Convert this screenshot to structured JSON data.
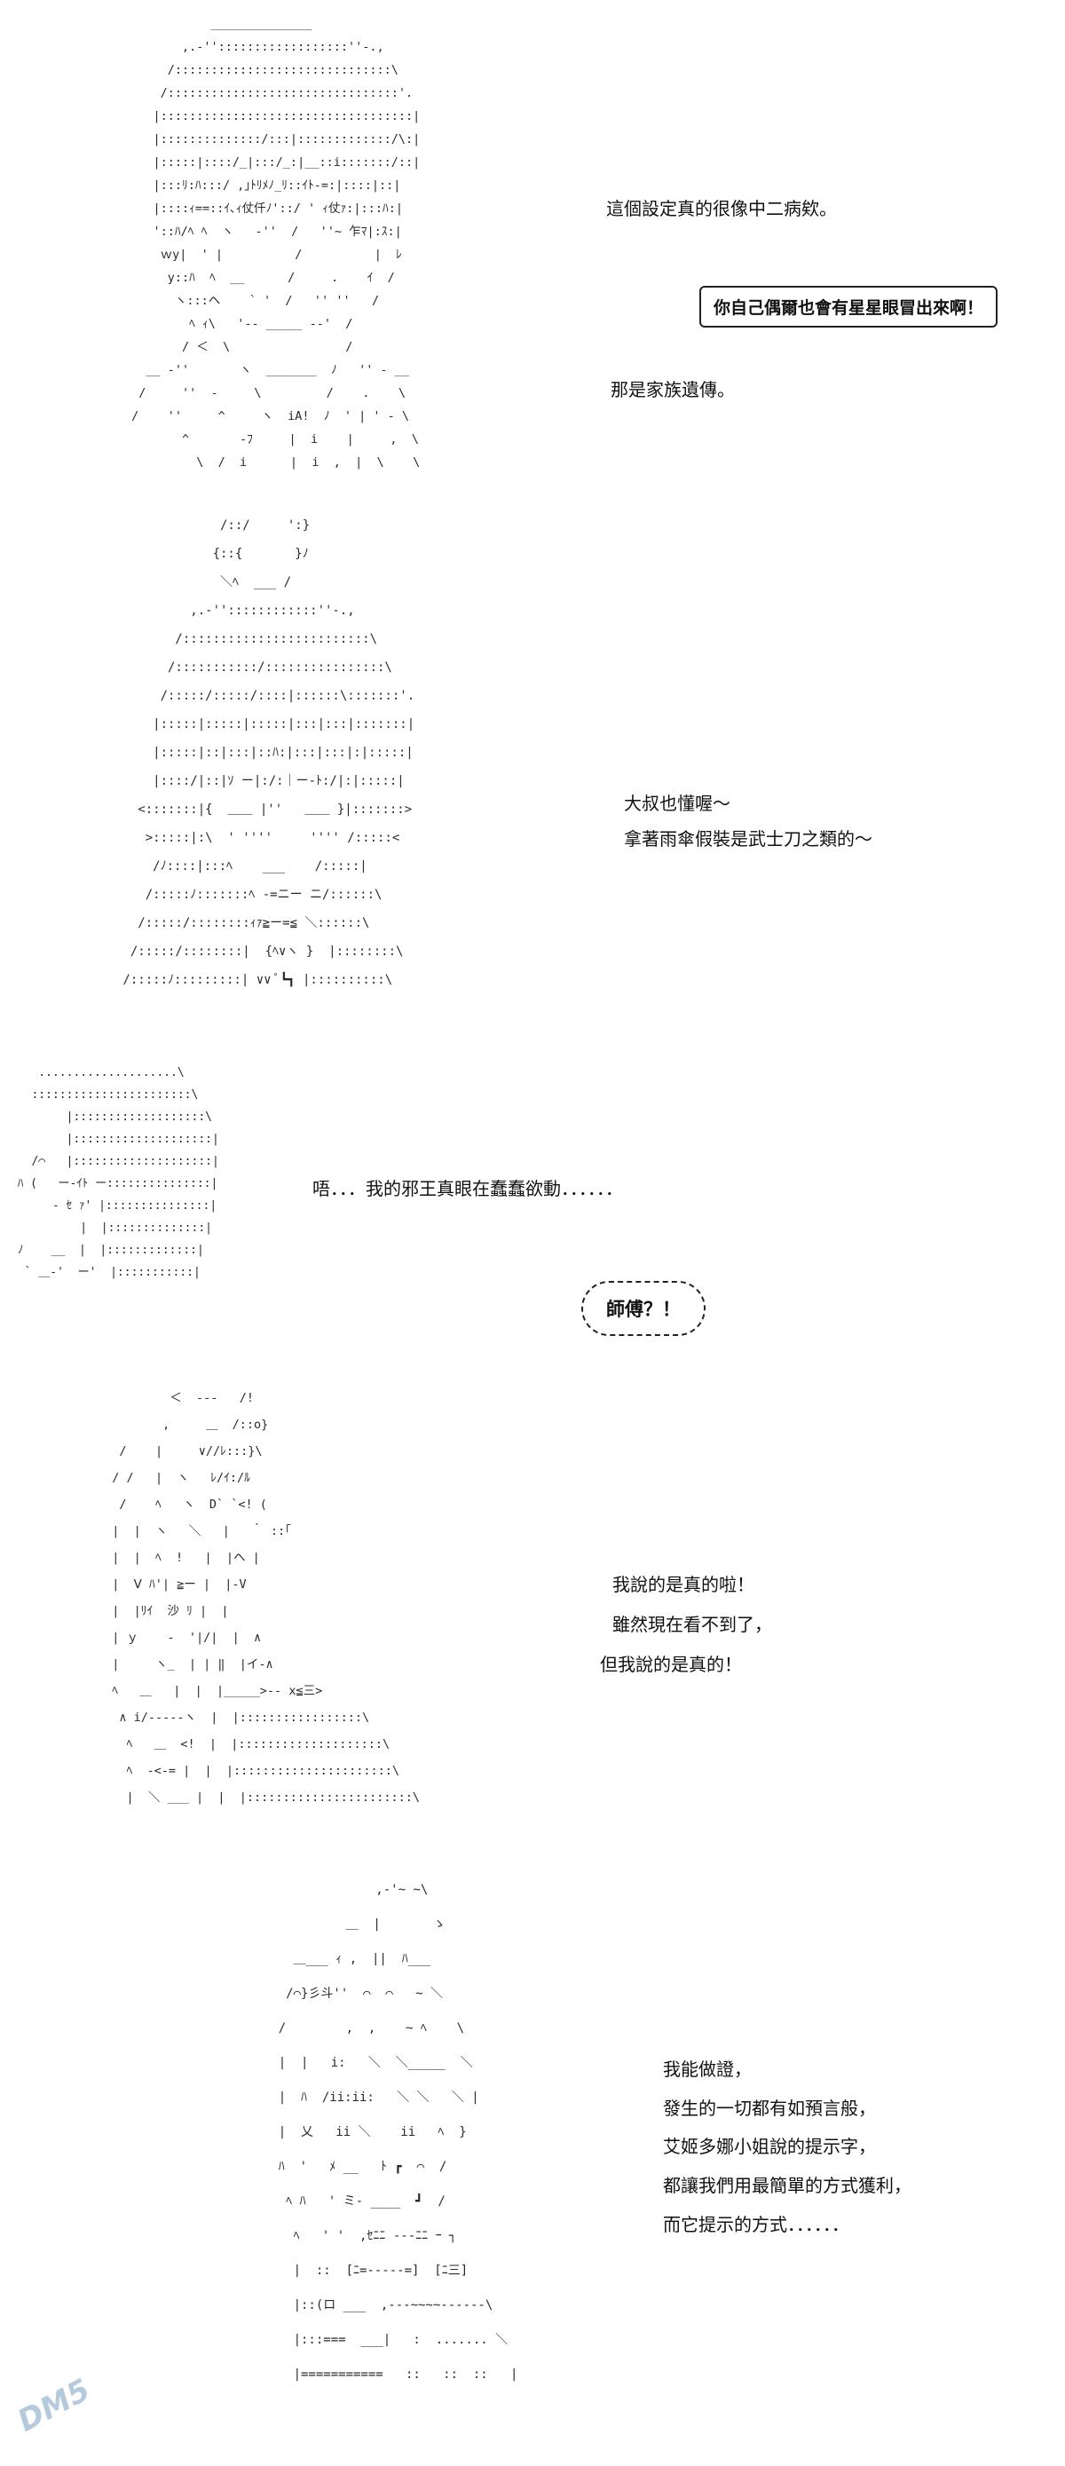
{
  "panels": [
    {
      "id": "panel-1",
      "lines": [
        "這個設定真的很像中二病欸。",
        "那是家族遺傳。"
      ],
      "bubble": "你自己偶爾也會有星星眼冒出來啊！"
    },
    {
      "id": "panel-2",
      "lines": [
        "大叔也懂喔～",
        "拿著雨傘假裝是武士刀之類的～"
      ]
    },
    {
      "id": "panel-3",
      "lines": [
        "唔．．．我的邪王真眼在蠢蠢欲動．．．．．．"
      ],
      "burst": "師傅？！"
    },
    {
      "id": "panel-4",
      "lines": [
        "我說的是真的啦！",
        "雖然現在看不到了，",
        "但我說的是真的！"
      ]
    },
    {
      "id": "panel-5",
      "lines": [
        "我能做證，",
        "發生的一切都有如預言般，",
        "艾姬多娜小姐說的提示字，",
        "都讓我們用最簡單的方式獲利，",
        "而它提示的方式．．．．．．"
      ]
    }
  ],
  "art": {
    "a1": "            ______________\n        ,.-''::::::::::::::::::''-.,\n      /::::::::::::::::::::::::::::::\\\n     /::::::::::::::::::::::::::::::::'.\n    |:::::::::::::::::::::::::::::::::::|\n    |::::::::::::::/:::|:::::::::::::/\\:|\n    |:::::|::::/_|:::/_:|__::i:::::::/::|\n    |:::ﾘ:ﾊ:::/ ,｣ﾄﾘﾒﾉ_ﾘ::ｲﾄ-=:|::::|::|\n    |::::ｨ==::ｲ､ｨ仗仟ﾉ'::/ ' ｨ仗ｧ:|:::ﾊ:|\n    '::ﾊ/ﾍ ﾍ  ヽ   -''  /   ''~ 乍ﾏ|:ｽ:|\n     ｗy|  ' |          /          |  ﾚ\n      y::ﾊ  ﾍ  __      /     .    ｲ  /\n       ヽ:::ヘ    ` '  /   '' ''   /\n         ﾍ ｨ\\   '-- _____ --'  / \n        / ＜  \\                /\n   __ -''       ヽ  _______  ﾉ   '' - __\n  /     ''  -     \\         /    .    \\\n /    ''     ^     ヽ  iA!  ﾉ  ' | ' - \\\n        ^       -ﾌ     |  i    |     ,  \\\n          \\  /  i      |  i  ,  |  \\    \\",
    "a2": "              /::/     ':}\n             {::{       }ﾉ\n              ＼ﾍ  ___ /\n          ,.-''::::::::::::''-.,\n        /:::::::::::::::::::::::::\\\n       /:::::::::::/::::::::::::::::\\\n      /:::::/:::::/::::|::::::\\:::::::'.\n     |:::::|:::::|:::::|:::|:::|:::::::|\n     |:::::|::|:::|::ﾊ:|:::|:::|:|:::::|\n     |::::/|::|ｿ ー|:/:｜ー-ﾄ:/|:|:::::|\n   <:::::::|{  ＿＿ |''   ＿＿ }|:::::::>\n    >:::::|:\\  ' ''''     '''' /:::::<\n     /ﾉ::::|:::ﾍ    ___    /:::::|\n    /:::::ﾉ:::::::ﾍ -=ニー ニ/::::::\\\n   /:::::/::::::::ｨｧ≧ー=≦ ＼::::::\\\n  /:::::/::::::::|  {ﾍ∨ヽ }  |::::::::\\\n /:::::ﾉ:::::::::| ∨∨ ﾟ┗┓ |::::::::::\\",
    "a3": "    ....................\\\n   :::::::::::::::::::::::\\\n        |:::::::::::::::::::\\\n        |::::::::::::::::::::|\n   /⌒   |::::::::::::::::::::|\n ﾊ (   ー-ｲﾄ ー:::::::::::::::|\n      ‐ ｾ ｧ' |:::::::::::::::|\n          |  |::::::::::::::|\n ﾉ    __  |  |:::::::::::::|\n  ` ＿-'  ー'  |:::::::::::|",
    "a4": "          ＜  ---   /!\n         ,     ＿  /::o}\n   /    |     ∨//ﾚ:::}\\\n  / /   |  ヽ   ﾚ/ｲ:/ﾙ\n   /    ﾍ   ヽ  D` `<! (\n  |  |  ヽ   ＼   |   ｀ ::｢\n  |  |  ﾍ  !   |  |ヘ |\n  |  Ⅴ ﾊ'| ≧ー |  |-V\n  |  |ﾘｲ  沙 ﾘ |  |\n  | ｙ    -  '|/|  |  ∧\n  |     ヽ_  | | ‖  |イ-∧\n  ﾍ   ＿   |  |  |_____>-- x≦三>\n   ∧ i/-----ヽ  |  |:::::::::::::::::\\\n    ﾍ   ＿  <!  |  |::::::::::::::::::::\\\n    ﾍ  -<-= |  |  |::::::::::::::::::::::\\\n    |  ＼ ___ |  |  |:::::::::::::::::::::::\\",
    "a5": "                 ,-'~ ~\\\n             ＿  |       ゝ\n      ＿___ ｨ ,  ||  ﾊ___\n     /⌒}彡斗''  ⌒  ⌒   ~ ＼\n    /        ,  ,    ~ ﾍ    \\\n    |  |   i:   ＼  ＼_____  ＼\n    |  ﾊ  /ii:ii:   ＼ ＼   ＼ |\n    |  乂   ii ＼    ii   ﾍ  }\n    ﾊ  '   ﾒ __   ﾄ ┏  ⌒  /\n     ﾍ ﾊ   ' ミ- ____  ┛  /\n      ﾍ   ' '  ,ｾﾆﾆ ---ﾆﾆ ｰ ┐\n      |  ::  [ﾆ=-----=]  [ﾆ三]\n      |::(ロ ___  ,---~~~~------\\\n      |:::===  ___|   :  ....... ＼\n      |===========   ::   ::  ::   |"
  }
}
